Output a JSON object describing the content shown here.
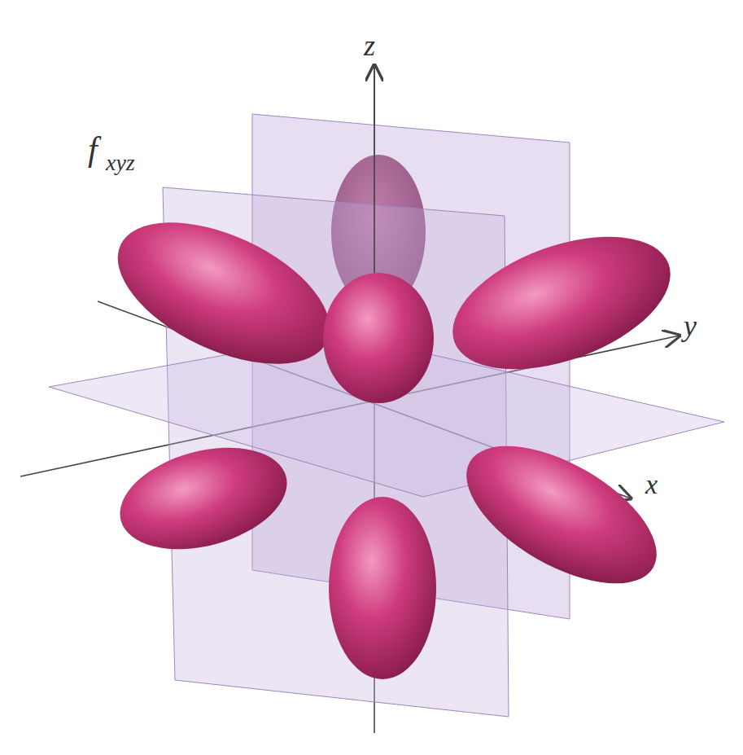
{
  "diagram": {
    "labels": [
      "f",
      "xyz",
      "z",
      "y",
      "x"
    ]
  }
}
